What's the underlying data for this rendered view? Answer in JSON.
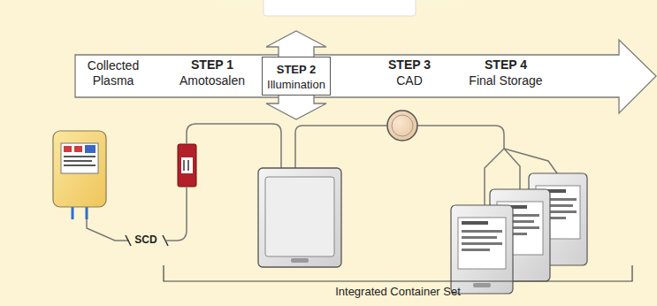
{
  "diagram": {
    "nodes": [
      {
        "text": [
          "Collected Plasma",
          "STEP 1",
          "Amotosalen",
          "STEP 3",
          "CAD",
          "STEP 4",
          "Final Storage"
        ]
      },
      {
        "text": [
          "STEP 2",
          "Illumination"
        ],
        "in": 0
      }
    ],
    "labels": [
      "SCD",
      "Integrated Container Set"
    ]
  }
}
